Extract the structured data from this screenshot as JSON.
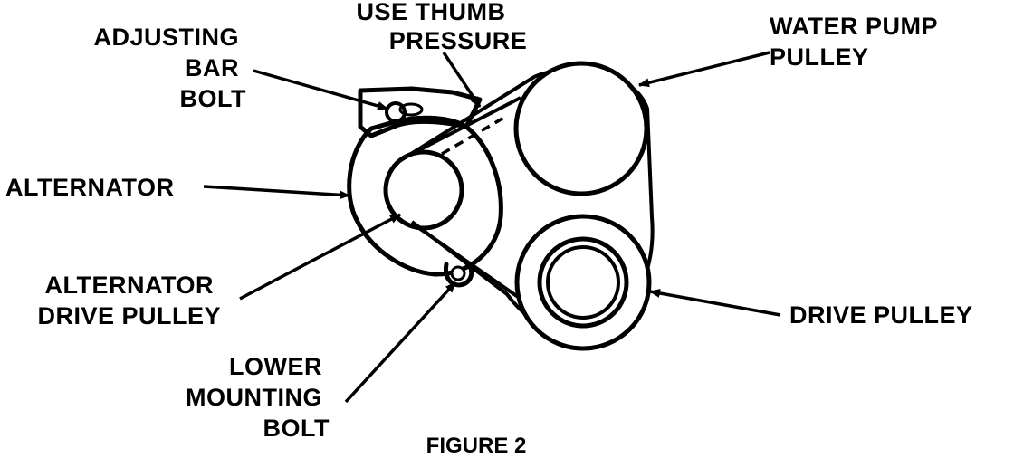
{
  "diagram": {
    "caption": "FIGURE 2",
    "labels": {
      "use_thumb_pressure": [
        "USE THUMB",
        "PRESSURE"
      ],
      "adjusting_bar_bolt": [
        "ADJUSTING",
        "BAR",
        "BOLT"
      ],
      "water_pump_pulley": [
        "WATER PUMP",
        "PULLEY"
      ],
      "alternator": [
        "ALTERNATOR"
      ],
      "alternator_drive_pulley": [
        "ALTERNATOR",
        "DRIVE PULLEY"
      ],
      "drive_pulley": [
        "DRIVE PULLEY"
      ],
      "lower_mounting_bolt": [
        "LOWER",
        "MOUNTING",
        "BOLT"
      ]
    },
    "line_color": "#000000",
    "background_color": "#ffffff"
  }
}
